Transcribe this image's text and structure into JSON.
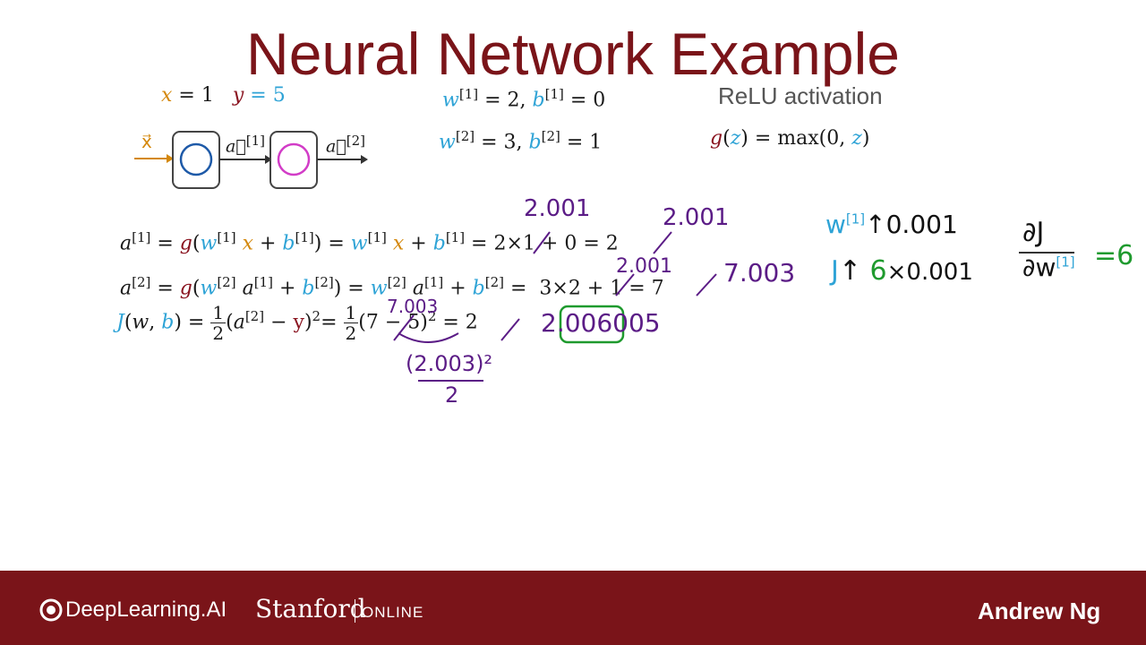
{
  "title": "Neural Network Example",
  "inputs": {
    "x_eq": "x",
    "x_val": "= 1",
    "y_eq": "y",
    "y_val": "= 5"
  },
  "params": {
    "line1": {
      "w": "w",
      "sup1": "[1]",
      "mid": "= 2,",
      "b": "b",
      "sup2": "[1]",
      "end": "= 0"
    },
    "line2": {
      "w": "w",
      "sup1": "[2]",
      "mid": "= 3,",
      "b": "b",
      "sup2": "[2]",
      "end": "= 1"
    }
  },
  "relu": {
    "heading": "ReLU activation",
    "g": "g",
    "open": "(",
    "z": "z",
    "rest": ") = max(0,",
    "z2": "z",
    "close": ")"
  },
  "network": {
    "x_label": "x⃗",
    "a1_label": "a⃗",
    "a1_sup": "[1]",
    "a2_label": "a⃗",
    "a2_sup": "[2]"
  },
  "equations": {
    "row1": "a[1] = g(w[1] x + b[1]) = w[1] x + b[1] = 2×1 + 0 = 2",
    "row2": "a[2] = g(w[2] a[1] + b[2]) = w[2] a[1] + b[2] = 3×2 + 1 = 7",
    "row3": "J(w, b) = 1/2 (a[2] − y)² = 1/2 (7 − 5)² = 2"
  },
  "annotations": {
    "a1_new_1": "2.001",
    "a1_new_2": "2.001",
    "a1_in_row2": "2.001",
    "a2_new": "7.003",
    "a2_in_row3": "7.003",
    "cost_new_prefix": "2",
    "cost_new_boxed": ".006",
    "cost_new_suffix": "005",
    "sq_num": "(2.003)²",
    "sq_den": "2",
    "w_up": "w",
    "w_up_sup": "[1]",
    "w_up_val": "↑0.001",
    "j_up": "J",
    "j_up_arrow": "↑",
    "j_up_six": "6",
    "j_up_rest": "×0.001",
    "deriv_num": "∂J",
    "deriv_den": "∂w",
    "deriv_den_sup": "[1]",
    "deriv_val": "=6"
  },
  "footer": {
    "brand": "DeepLearning.AI",
    "stanford": "Stanford",
    "online": "ONLINE",
    "presenter": "Andrew Ng"
  }
}
